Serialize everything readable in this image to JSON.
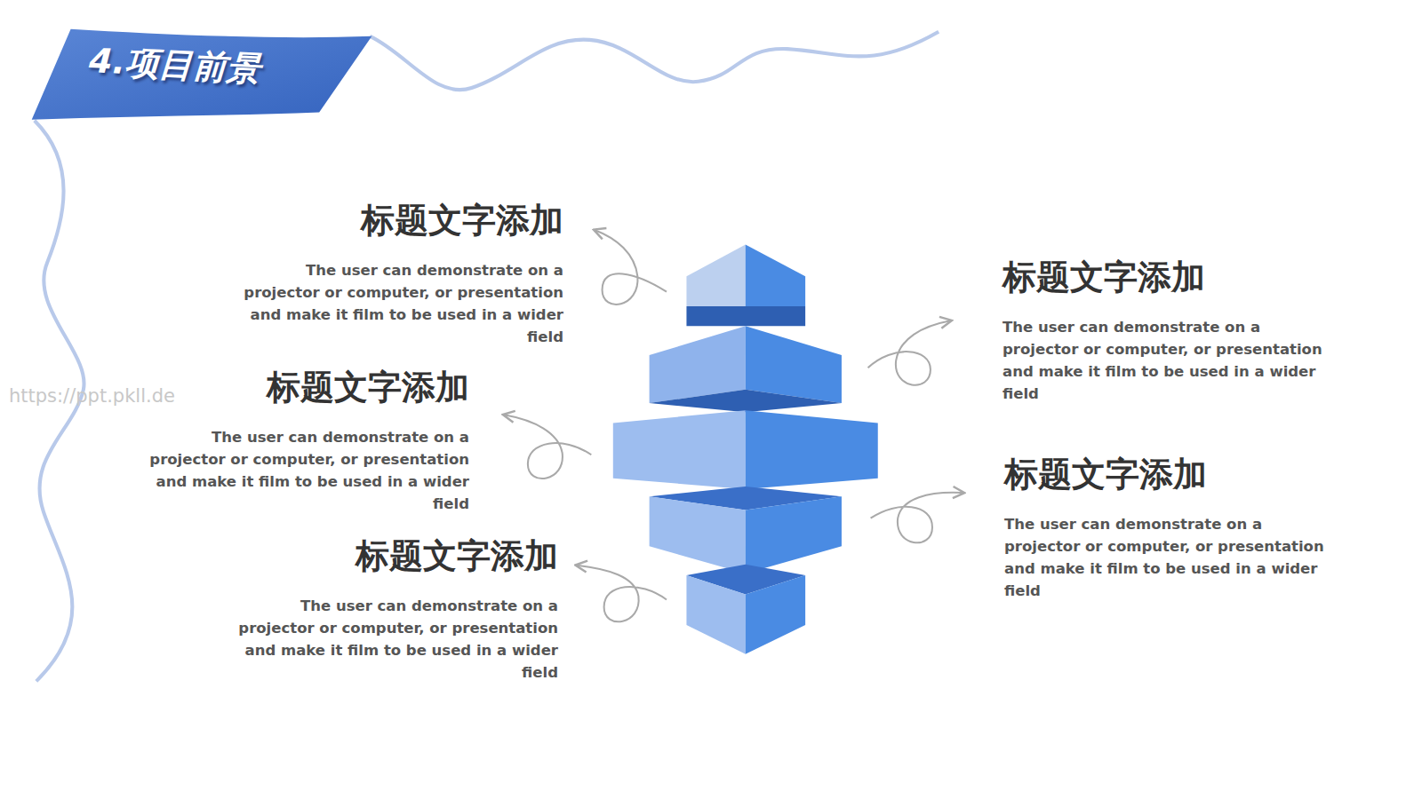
{
  "diagram": {
    "title": "4.项目前景",
    "nodes": [
      {
        "text": [
          "标题文字添加",
          "The user can demonstrate on a projector or computer, or presentation and make it film to be used in a wider field"
        ]
      },
      {
        "text": [
          "标题文字添加",
          "The user can demonstrate on a projector or computer, or presentation and make it film to be used in a wider field"
        ]
      },
      {
        "text": [
          "标题文字添加",
          "The user can demonstrate on a projector or computer, or presentation and make it film to be used in a wider field"
        ]
      },
      {
        "text": [
          "标题文字添加",
          "The user can demonstrate on a projector or computer, or presentation and make it film to be used in a wider field"
        ]
      },
      {
        "text": [
          "标题文字添加",
          "The user can demonstrate on a projector or computer, or presentation and make it film to be used in a wider field"
        ]
      }
    ],
    "labels": [
      "https://ppt.pkll.de"
    ]
  }
}
